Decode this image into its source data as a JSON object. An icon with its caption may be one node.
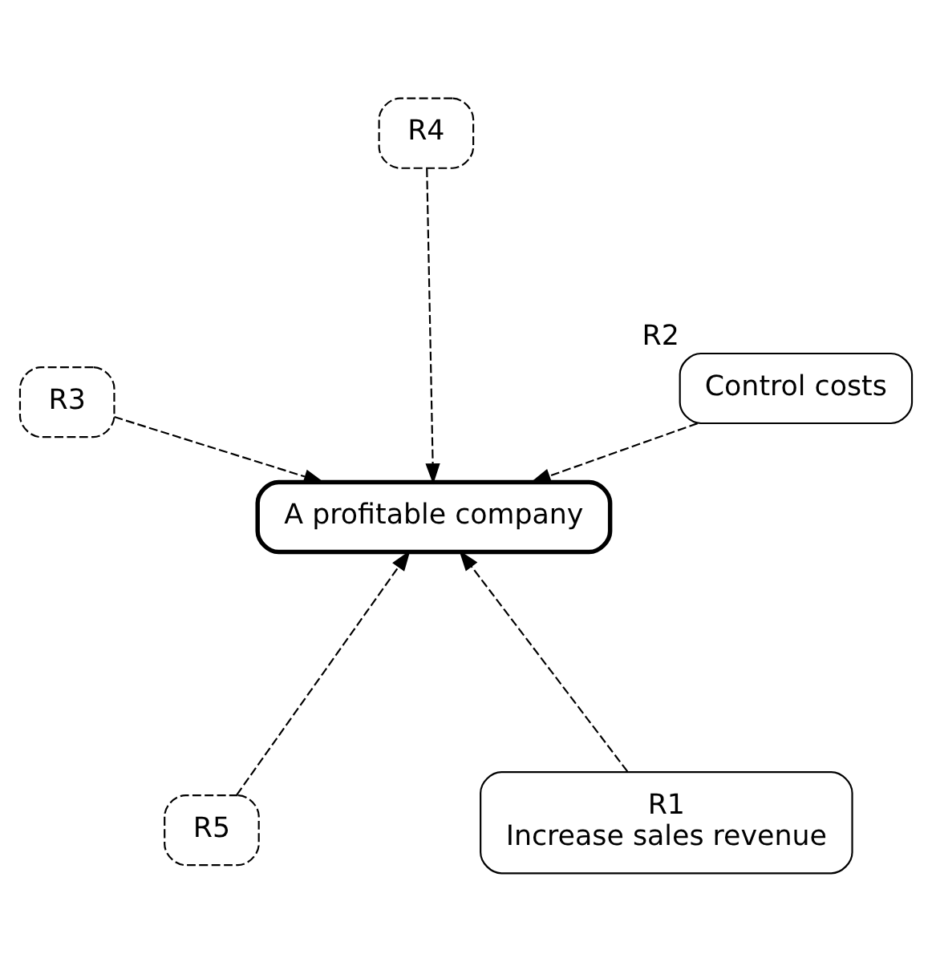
{
  "diagram": {
    "nodes": [
      {
        "text": [
          "R5"
        ]
      },
      {
        "text": [
          "R1",
          "Increase sales revenue"
        ]
      },
      {
        "text": [
          "A profitable company"
        ]
      },
      {
        "text": [
          "R4"
        ]
      },
      {
        "text": [
          "Control costs"
        ],
        "beside": [
          "R2"
        ]
      },
      {
        "text": [
          "R3"
        ]
      }
    ],
    "edges": [
      {
        "from": 0,
        "to": 2,
        "arrow": "to",
        "style": "dashed"
      },
      {
        "from": 1,
        "to": 2,
        "arrow": "to",
        "style": "dashed"
      },
      {
        "from": 3,
        "to": 2,
        "arrow": "to",
        "style": "dashed"
      },
      {
        "from": 5,
        "to": 2,
        "arrow": "to",
        "style": "dashed"
      },
      {
        "from": 4,
        "to": 2,
        "arrow": "to",
        "style": "dashed"
      }
    ]
  }
}
